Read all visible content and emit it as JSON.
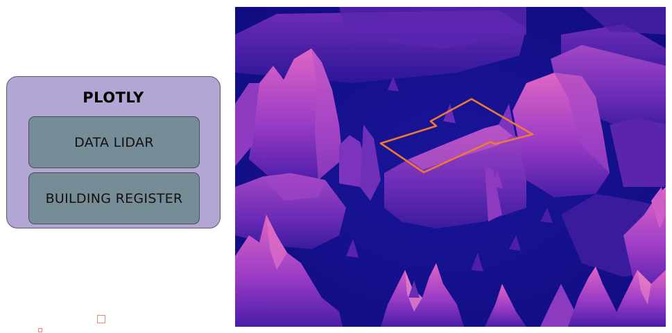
{
  "diagram": {
    "group_title": "PLOTLY",
    "nodes": [
      {
        "label": "DATA LIDAR"
      },
      {
        "label": "BUILDING REGISTER"
      }
    ]
  },
  "lidar_view": {
    "colors": {
      "background": "#14118c",
      "terrain_dark": "#5a1fb0",
      "terrain_light": "#c455c8",
      "outline": "#f07a35"
    }
  }
}
